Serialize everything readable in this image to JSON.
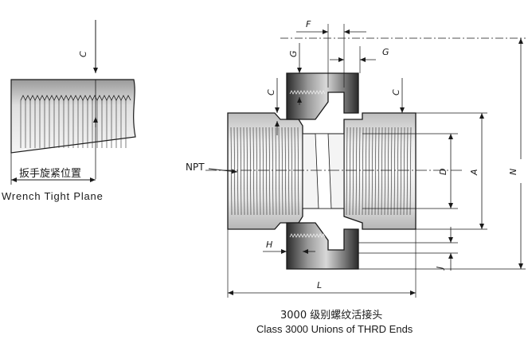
{
  "left_detail": {
    "dim_label": "C",
    "plane_label_cn": "扳手旋紧位置",
    "plane_label_en": "Wrench Tight Plane"
  },
  "main_view": {
    "dims": {
      "F": "F",
      "G_left": "G",
      "G_right": "G",
      "C_left": "C",
      "C_right": "C",
      "H": "H",
      "J": "J",
      "D": "D",
      "A": "A",
      "N": "N",
      "L": "L"
    },
    "npt_label": "NPT"
  },
  "caption": {
    "cn": "3000 级别螺纹活接头",
    "en": "Class 3000 Unions of THRD Ends"
  },
  "colors": {
    "line": "#1a1a1a",
    "metal_light": "#dcdcdc",
    "metal_dark": "#3a3a3a",
    "background": "#ffffff"
  }
}
